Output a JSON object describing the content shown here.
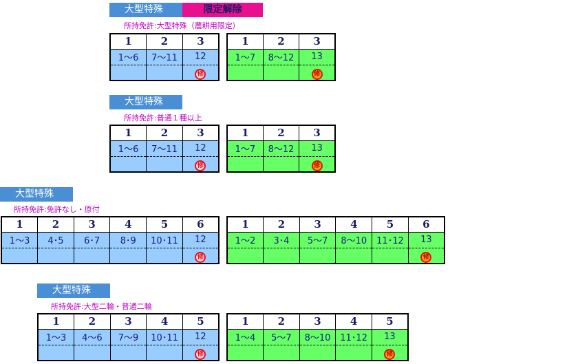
{
  "mark_label": "修",
  "colors": {
    "title_bg": "#4a8fd6",
    "badge_bg": "#e8108e",
    "license_text": "#c000c0",
    "blue_cells": "#99ccff",
    "green_cells": "#66ff66",
    "mark": "#e0101a"
  },
  "sections": [
    {
      "title": "大型特殊",
      "badge": "限定解除",
      "license": "所持免許:大型特殊（農耕用限定）",
      "blue": {
        "headers": [
          "1",
          "2",
          "3"
        ],
        "values": [
          "1～6",
          "7～11",
          "12"
        ]
      },
      "green": {
        "headers": [
          "1",
          "2",
          "3"
        ],
        "values": [
          "1～7",
          "8～12",
          "13"
        ]
      }
    },
    {
      "title": "大型特殊",
      "license": "所持免許:普通１種以上",
      "blue": {
        "headers": [
          "1",
          "2",
          "3"
        ],
        "values": [
          "1～6",
          "7～11",
          "12"
        ]
      },
      "green": {
        "headers": [
          "1",
          "2",
          "3"
        ],
        "values": [
          "1～7",
          "8～12",
          "13"
        ]
      }
    },
    {
      "title": "大型特殊",
      "license": "所持免許:免許なし・原付",
      "blue": {
        "headers": [
          "1",
          "2",
          "3",
          "4",
          "5",
          "6"
        ],
        "values": [
          "1～3",
          "4･5",
          "6･7",
          "8･9",
          "10･11",
          "12"
        ]
      },
      "green": {
        "headers": [
          "1",
          "2",
          "3",
          "4",
          "5",
          "6"
        ],
        "values": [
          "1～2",
          "3･4",
          "5～7",
          "8～10",
          "11･12",
          "13"
        ]
      }
    },
    {
      "title": "大型特殊",
      "license": "所持免許:大型二輪・普通二輪",
      "blue": {
        "headers": [
          "1",
          "2",
          "3",
          "4",
          "5"
        ],
        "values": [
          "1～3",
          "4～6",
          "7～9",
          "10･11",
          "12"
        ]
      },
      "green": {
        "headers": [
          "1",
          "2",
          "3",
          "4",
          "5"
        ],
        "values": [
          "1～4",
          "5～7",
          "8～10",
          "11･12",
          "13"
        ]
      }
    }
  ]
}
